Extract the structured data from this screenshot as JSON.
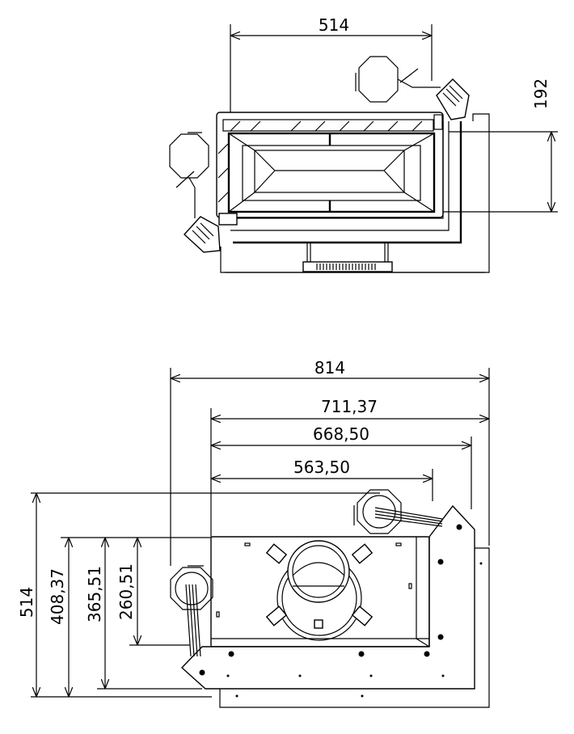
{
  "top_view": {
    "dimensions": {
      "width": "514",
      "depth": "192"
    }
  },
  "bottom_view": {
    "dimensions": {
      "overall_width": "814",
      "width_a": "711,37",
      "width_b": "668,50",
      "width_c": "563,50",
      "overall_depth": "514",
      "depth_a": "408,37",
      "depth_b": "365,51",
      "depth_c": "260,51"
    }
  }
}
